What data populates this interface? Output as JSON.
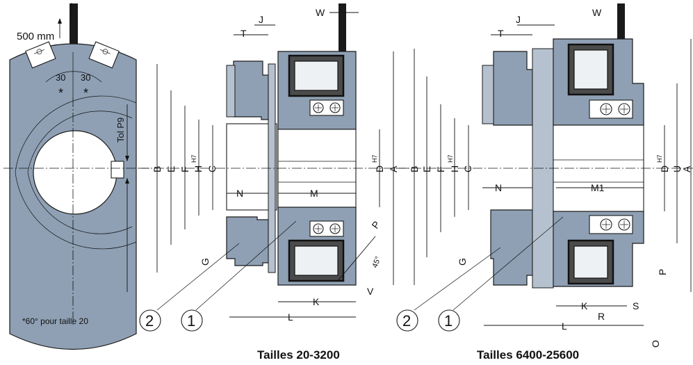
{
  "colors": {
    "part_fill": "#8fa0b4",
    "part_light": "#b5c1ce",
    "coil": "#4b4b4b",
    "line": "#111111"
  },
  "left_view": {
    "cable_label": "500 mm",
    "angle_left": "30",
    "angle_right": "30",
    "star_left": "*",
    "star_right": "*",
    "keyway_label": "Tol P9",
    "footnote": "*60° pour taille 20"
  },
  "section_small": {
    "title": "Tailles 20-3200",
    "dims": {
      "J": "J",
      "T": "T",
      "W": "W",
      "B": "B",
      "E": "E",
      "F": "F",
      "H": "H",
      "H_sup": "H7",
      "C": "C",
      "D": "D",
      "D_sup": "H7",
      "A": "A",
      "N": "N",
      "M": "M",
      "G": "G",
      "K": "K",
      "V": "V",
      "L": "L",
      "P": "P",
      "angle": "45°"
    },
    "callout_2": "2",
    "callout_1": "1"
  },
  "section_large": {
    "title": "Tailles 6400-25600",
    "dims": {
      "J": "J",
      "T": "T",
      "W": "W",
      "B": "B",
      "E": "E",
      "F": "F",
      "H": "H",
      "H_sup": "H7",
      "C": "C",
      "D": "D",
      "D_sup": "H7",
      "U": "U",
      "A": "A",
      "N": "N",
      "M1": "M1",
      "G": "G",
      "K": "K",
      "S": "S",
      "R": "R",
      "L": "L",
      "P": "P",
      "O": "O"
    },
    "callout_2": "2",
    "callout_1": "1"
  }
}
